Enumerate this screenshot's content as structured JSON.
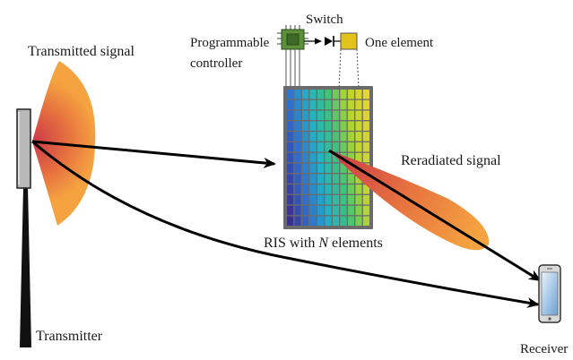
{
  "labels": {
    "transmitted_signal": "Transmitted signal",
    "switch": "Switch",
    "programmable_controller_line1": "Programmable",
    "programmable_controller_line2": "controller",
    "one_element": "One element",
    "reradiated_signal": "Reradiated signal",
    "ris_prefix": "RIS with ",
    "ris_n": "N",
    "ris_suffix": " elements",
    "transmitter": "Transmitter",
    "receiver": "Receiver"
  },
  "colors": {
    "beam_inner": "#c9384a",
    "beam_outer": "#f5a340",
    "ris_frame": "#6b6b6b",
    "ris_gradient": [
      "#3b2f8f",
      "#2f6fd1",
      "#20b2c8",
      "#3cc37a",
      "#b6d62e",
      "#e8d52a"
    ],
    "element_fill": "#e3c21b",
    "chip_fill": "#5b8f3a",
    "arrow": "#000000"
  },
  "ris_grid": {
    "rows": 13,
    "cols": 11
  },
  "icons": {
    "transmitter_antenna": "antenna-icon",
    "receiver_phone": "smartphone-icon",
    "controller_chip": "chip-icon",
    "switch": "switch-diode-icon"
  }
}
